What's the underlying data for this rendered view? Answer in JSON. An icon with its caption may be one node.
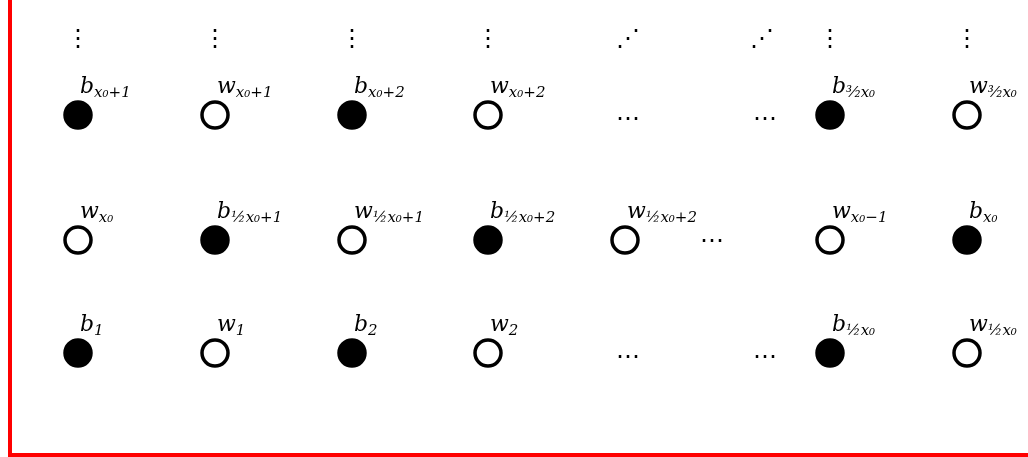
{
  "diagram": {
    "nodes": [
      {
        "text": [],
        "shape": "dot",
        "beside": [
          "b$_{x₀+1}$"
        ]
      },
      {
        "text": [],
        "shape": "circle",
        "beside": [
          "w$_{x₀+1}$"
        ]
      },
      {
        "text": [],
        "shape": "dot",
        "beside": [
          "b$_{x₀+2}$"
        ]
      },
      {
        "text": [],
        "shape": "circle",
        "beside": [
          "w$_{x₀+2}$"
        ]
      },
      {
        "text": [],
        "shape": "dot",
        "beside": [
          "b$_{³⁄₂x₀}$"
        ]
      },
      {
        "text": [],
        "shape": "circle",
        "beside": [
          "w$_{³⁄₂x₀}$"
        ]
      },
      {
        "text": [],
        "shape": "circle",
        "beside": [
          "w$_{x₀}$"
        ]
      },
      {
        "text": [],
        "shape": "dot",
        "beside": [
          "b$_{½x₀+1}$"
        ]
      },
      {
        "text": [],
        "shape": "circle",
        "beside": [
          "w$_{½x₀+1}$"
        ]
      },
      {
        "text": [],
        "shape": "dot",
        "beside": [
          "b$_{½x₀+2}$"
        ]
      },
      {
        "text": [],
        "shape": "circle",
        "beside": [
          "w$_{½x₀+2}$"
        ]
      },
      {
        "text": [],
        "shape": "circle",
        "beside": [
          "w$_{x₀−1}$"
        ]
      },
      {
        "text": [],
        "shape": "dot",
        "beside": [
          "b$_{x₀}$"
        ]
      },
      {
        "text": [],
        "shape": "dot",
        "beside": [
          "b$_{1}$"
        ]
      },
      {
        "text": [],
        "shape": "circle",
        "beside": [
          "w$_{1}$"
        ]
      },
      {
        "text": [],
        "shape": "dot",
        "beside": [
          "b$_{2}$"
        ]
      },
      {
        "text": [],
        "shape": "circle",
        "beside": [
          "w$_{2}$"
        ]
      },
      {
        "text": [],
        "shape": "dot",
        "beside": [
          "b$_{½x₀}$"
        ]
      },
      {
        "text": [],
        "shape": "circle",
        "beside": [
          "w$_{½x₀}$"
        ]
      }
    ],
    "labels": [
      "⋮",
      "⋮",
      "⋮",
      "⋮",
      "⋰",
      "⋰",
      "⋮",
      "⋮",
      "⋯",
      "⋯",
      "⋯",
      "⋯",
      "⋯"
    ]
  }
}
